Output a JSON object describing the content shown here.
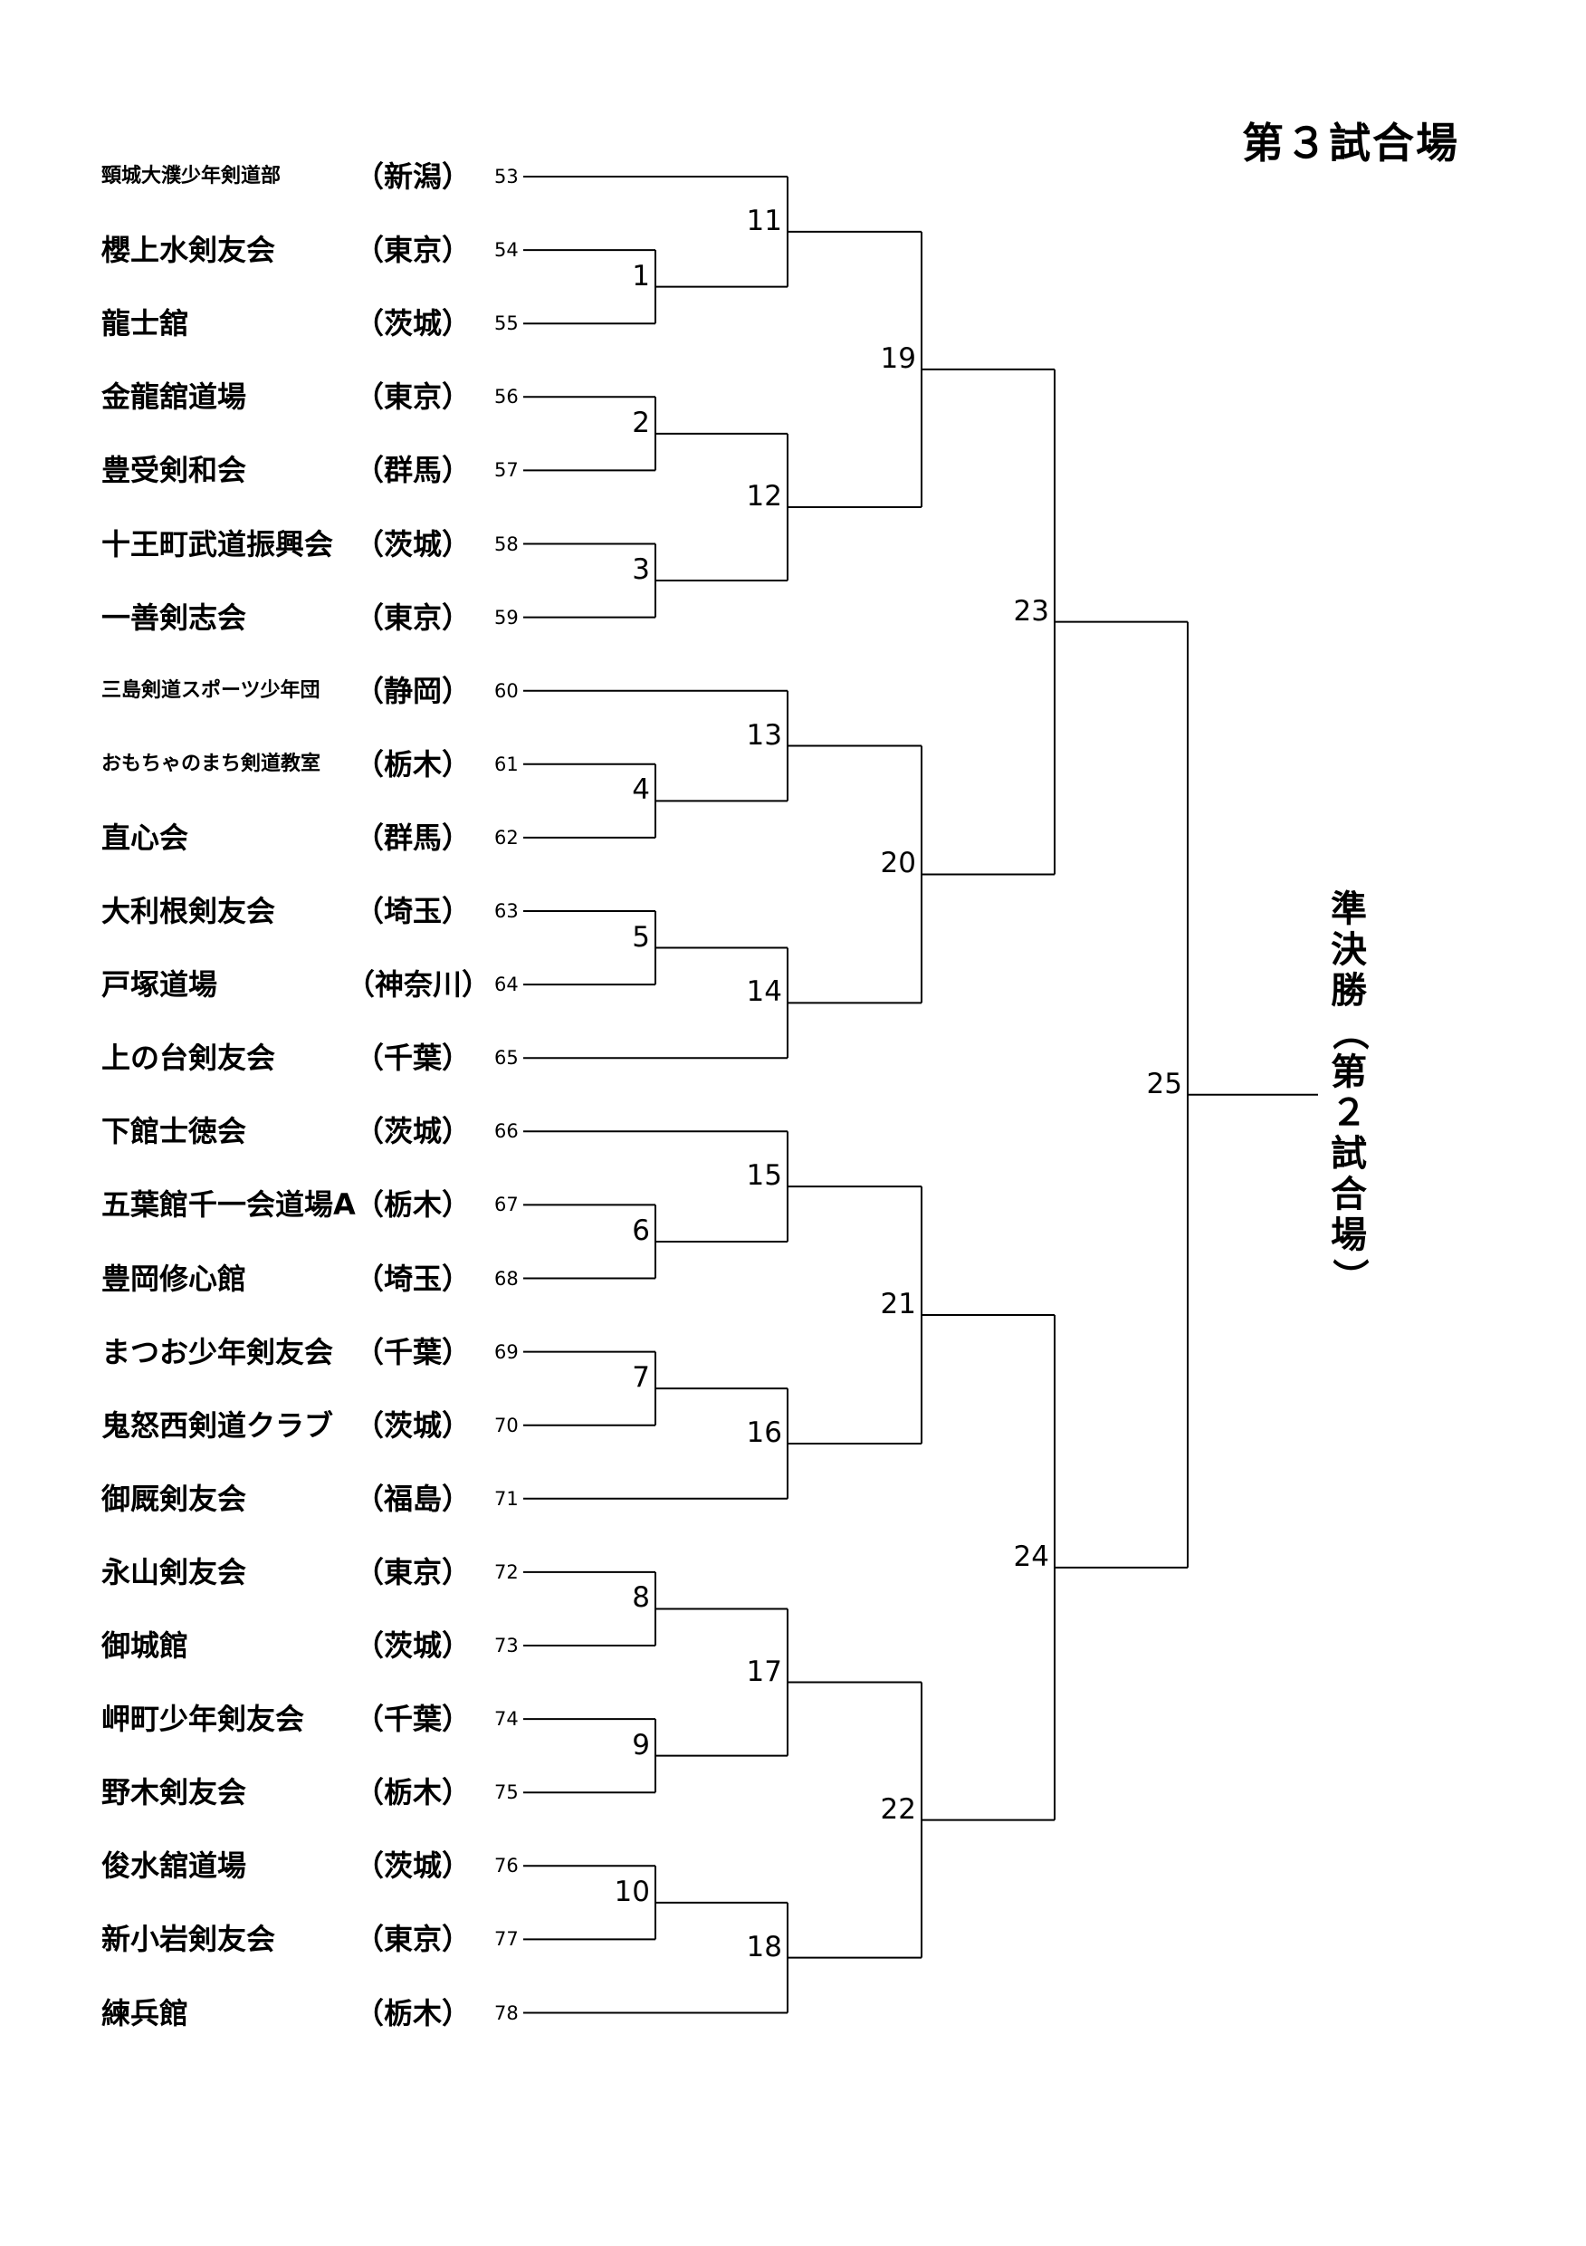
{
  "venue_title": "第３試合場",
  "final_label_chars": [
    "準",
    "決",
    "勝",
    "（",
    "第",
    "２",
    "試",
    "合",
    "場",
    "）"
  ],
  "teams": [
    {
      "seed": "53",
      "name": "頸城大濮少年剣道部",
      "pref": "（新潟）",
      "small": true
    },
    {
      "seed": "54",
      "name": "櫻上水剣友会",
      "pref": "（東京）"
    },
    {
      "seed": "55",
      "name": "龍士舘",
      "pref": "（茨城）"
    },
    {
      "seed": "56",
      "name": "金龍舘道場",
      "pref": "（東京）"
    },
    {
      "seed": "57",
      "name": "豊受剣和会",
      "pref": "（群馬）"
    },
    {
      "seed": "58",
      "name": "十王町武道振興会",
      "pref": "（茨城）"
    },
    {
      "seed": "59",
      "name": "一善剣志会",
      "pref": "（東京）"
    },
    {
      "seed": "60",
      "name": "三島剣道スポーツ少年団",
      "pref": "（静岡）",
      "small": true
    },
    {
      "seed": "61",
      "name": "おもちゃのまち剣道教室",
      "pref": "（栃木）",
      "small": true
    },
    {
      "seed": "62",
      "name": "直心会",
      "pref": "（群馬）"
    },
    {
      "seed": "63",
      "name": "大利根剣友会",
      "pref": "（埼玉）"
    },
    {
      "seed": "64",
      "name": "戸塚道場",
      "pref": "（神奈川）",
      "wide": true
    },
    {
      "seed": "65",
      "name": "上の台剣友会",
      "pref": "（千葉）"
    },
    {
      "seed": "66",
      "name": "下館士徳会",
      "pref": "（茨城）"
    },
    {
      "seed": "67",
      "name": "五葉館千一会道場A",
      "pref": "（栃木）"
    },
    {
      "seed": "68",
      "name": "豊岡修心館",
      "pref": "（埼玉）"
    },
    {
      "seed": "69",
      "name": "まつお少年剣友会",
      "pref": "（千葉）"
    },
    {
      "seed": "70",
      "name": "鬼怒西剣道クラブ",
      "pref": "（茨城）"
    },
    {
      "seed": "71",
      "name": "御厩剣友会",
      "pref": "（福島）"
    },
    {
      "seed": "72",
      "name": "永山剣友会",
      "pref": "（東京）"
    },
    {
      "seed": "73",
      "name": "御城館",
      "pref": "（茨城）"
    },
    {
      "seed": "74",
      "name": "岬町少年剣友会",
      "pref": "（千葉）"
    },
    {
      "seed": "75",
      "name": "野木剣友会",
      "pref": "（栃木）"
    },
    {
      "seed": "76",
      "name": "俊水舘道場",
      "pref": "（茨城）"
    },
    {
      "seed": "77",
      "name": "新小岩剣友会",
      "pref": "（東京）"
    },
    {
      "seed": "78",
      "name": "練兵館",
      "pref": "（栃木）"
    }
  ],
  "matches": [
    {
      "id": "1",
      "round": 1,
      "a": {
        "team": 1
      },
      "b": {
        "team": 2
      }
    },
    {
      "id": "2",
      "round": 1,
      "a": {
        "team": 3
      },
      "b": {
        "team": 4
      }
    },
    {
      "id": "3",
      "round": 1,
      "a": {
        "team": 5
      },
      "b": {
        "team": 6
      }
    },
    {
      "id": "4",
      "round": 1,
      "a": {
        "team": 8
      },
      "b": {
        "team": 9
      }
    },
    {
      "id": "5",
      "round": 1,
      "a": {
        "team": 10
      },
      "b": {
        "team": 11
      }
    },
    {
      "id": "6",
      "round": 1,
      "a": {
        "team": 14
      },
      "b": {
        "team": 15
      }
    },
    {
      "id": "7",
      "round": 1,
      "a": {
        "team": 16
      },
      "b": {
        "team": 17
      }
    },
    {
      "id": "8",
      "round": 1,
      "a": {
        "team": 19
      },
      "b": {
        "team": 20
      }
    },
    {
      "id": "9",
      "round": 1,
      "a": {
        "team": 21
      },
      "b": {
        "team": 22
      }
    },
    {
      "id": "10",
      "round": 1,
      "a": {
        "team": 23
      },
      "b": {
        "team": 24
      }
    },
    {
      "id": "11",
      "round": 2,
      "a": {
        "team": 0
      },
      "b": {
        "match": "1"
      }
    },
    {
      "id": "12",
      "round": 2,
      "a": {
        "match": "2"
      },
      "b": {
        "match": "3"
      }
    },
    {
      "id": "13",
      "round": 2,
      "a": {
        "team": 7
      },
      "b": {
        "match": "4"
      }
    },
    {
      "id": "14",
      "round": 2,
      "a": {
        "match": "5"
      },
      "b": {
        "team": 12
      }
    },
    {
      "id": "15",
      "round": 2,
      "a": {
        "team": 13
      },
      "b": {
        "match": "6"
      }
    },
    {
      "id": "16",
      "round": 2,
      "a": {
        "match": "7"
      },
      "b": {
        "team": 18
      }
    },
    {
      "id": "17",
      "round": 2,
      "a": {
        "match": "8"
      },
      "b": {
        "match": "9"
      }
    },
    {
      "id": "18",
      "round": 2,
      "a": {
        "match": "10"
      },
      "b": {
        "team": 25
      }
    },
    {
      "id": "19",
      "round": 3,
      "a": {
        "match": "11"
      },
      "b": {
        "match": "12"
      }
    },
    {
      "id": "20",
      "round": 3,
      "a": {
        "match": "13"
      },
      "b": {
        "match": "14"
      }
    },
    {
      "id": "21",
      "round": 3,
      "a": {
        "match": "15"
      },
      "b": {
        "match": "16"
      }
    },
    {
      "id": "22",
      "round": 3,
      "a": {
        "match": "17"
      },
      "b": {
        "match": "18"
      }
    },
    {
      "id": "23",
      "round": 4,
      "a": {
        "match": "19"
      },
      "b": {
        "match": "20"
      }
    },
    {
      "id": "24",
      "round": 4,
      "a": {
        "match": "21"
      },
      "b": {
        "match": "22"
      }
    },
    {
      "id": "25",
      "round": 5,
      "a": {
        "match": "23"
      },
      "b": {
        "match": "24"
      }
    }
  ]
}
